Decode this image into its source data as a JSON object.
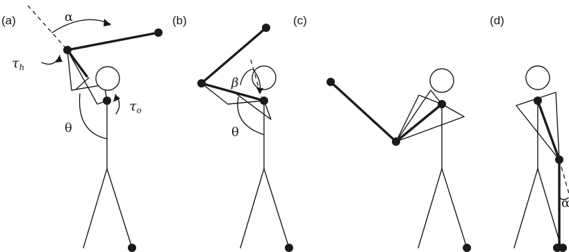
{
  "panels": [
    {
      "label": "(a)"
    },
    {
      "label": "(b)"
    },
    {
      "label": "(c)"
    },
    {
      "label": "(d)"
    }
  ],
  "annotations": {
    "alpha_a": "α",
    "tau_h": "τ",
    "tau_h_sub": "h",
    "tau_o": "τ",
    "tau_o_sub": "o",
    "theta_a": "θ",
    "beta_b": "β",
    "theta_b": "θ",
    "alpha_d": "α"
  }
}
